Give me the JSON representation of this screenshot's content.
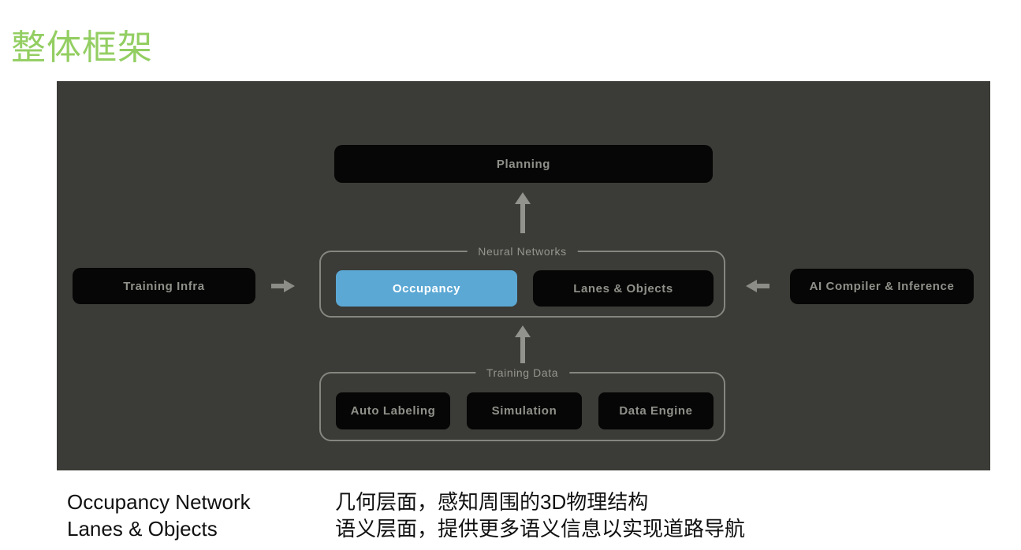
{
  "slide": {
    "title": "整体框架"
  },
  "diagram": {
    "nodes": {
      "planning": "Planning",
      "training_infra": "Training Infra",
      "ai_compiler": "AI Compiler & Inference",
      "occupancy": "Occupancy",
      "lanes_objects": "Lanes & Objects",
      "auto_labeling": "Auto Labeling",
      "simulation": "Simulation",
      "data_engine": "Data Engine"
    },
    "groups": {
      "neural_networks": "Neural Networks",
      "training_data": "Training Data"
    },
    "colors": {
      "title_green": "#93CE62",
      "panel_background": "#3B3B37",
      "node_black": "#060606",
      "node_text_gray": "#90908A",
      "highlight_blue": "#5BA8D4",
      "line_gray": "#93938D"
    }
  },
  "notes": {
    "left_line1": "Occupancy Network",
    "left_line2": "Lanes & Objects",
    "right_line1": "几何层面，感知周围的3D物理结构",
    "right_line2": "语义层面，提供更多语义信息以实现道路导航"
  }
}
